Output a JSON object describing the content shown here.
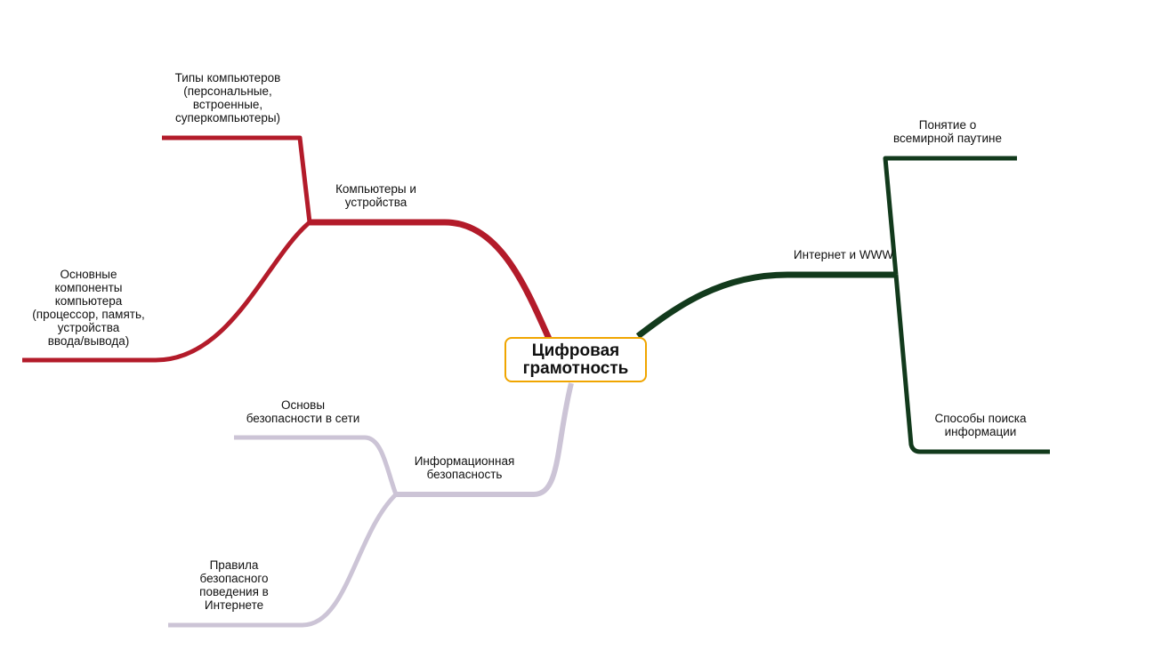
{
  "central_topic": "Цифровая\nграмотность",
  "colors": {
    "center_border": "#f0a500",
    "branch_computers": "#b31b2a",
    "branch_internet": "#123a1c",
    "branch_security": "#ccc4d6"
  },
  "branches": {
    "computers": {
      "label": "Компьютеры  и\nустройства",
      "children": [
        "Типы  компьютеров\n(персональные,\nвстроенные,\nсуперкомпьютеры)",
        "Основные\nкомпоненты\nкомпьютера\n(процессор,  память,\nустройства\nввода/вывода)"
      ]
    },
    "internet": {
      "label": "Интернет и WWW",
      "children": [
        "Понятие  о\nвсемирной  паутине",
        "Способы  поиска\nинформации"
      ]
    },
    "security": {
      "label": "Информационная\nбезопасность",
      "children": [
        "Основы\nбезопасности  в  сети",
        "Правила\nбезопасного\nповедения  в\nИнтернете"
      ]
    }
  }
}
